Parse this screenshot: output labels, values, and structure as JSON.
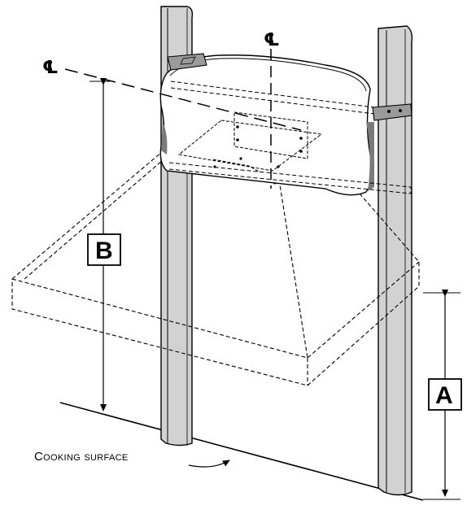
{
  "diagram": {
    "centerline_symbol": "℄",
    "dimension_a": "A",
    "dimension_b": "B",
    "caption": "Cooking surface",
    "colors": {
      "ink": "#000000",
      "stud_fill": "#d2d2d2",
      "bracket_fill": "#9a9a9a",
      "background": "#ffffff"
    }
  }
}
